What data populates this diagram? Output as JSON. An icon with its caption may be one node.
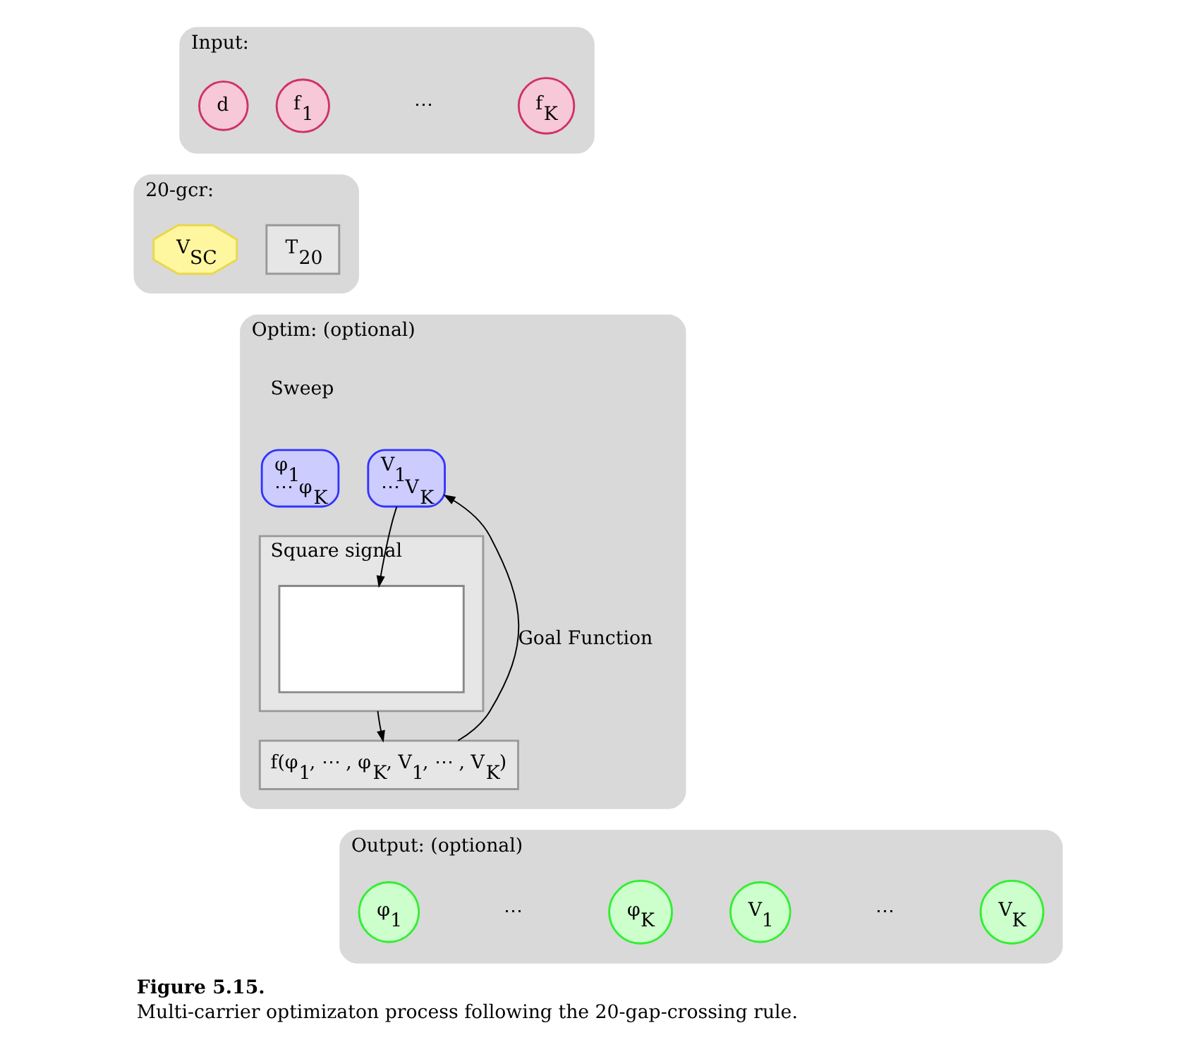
{
  "diagram": {
    "caption": "**Figure 5.15.** Multi-carrier optimizaton process following the 20-gap-crossing rule.",
    "nodes": [
      {
        "text": [
          "Input:"
        ]
      },
      {
        "text": [
          "f$_{1}$"
        ],
        "in": 0
      },
      {
        "text": [
          "f$_{K}$"
        ],
        "in": 0
      },
      {
        "text": [
          "d"
        ],
        "in": 0
      },
      {
        "text": [
          "20-gcr:"
        ]
      },
      {
        "text": [
          "T$_{20}$"
        ],
        "in": 4
      },
      {
        "text": [
          "V$_{SC}$"
        ],
        "in": 4
      },
      {
        "text": [
          "Optim: (optional)"
        ]
      },
      {
        "text": [
          "φ$_{1}$ ⋯ φ$_{K}$"
        ],
        "in": 7
      },
      {
        "text": [
          "V$_{1}$ ⋯ V$_{K}$"
        ],
        "in": 7
      },
      {
        "text": [
          "Square signal"
        ],
        "in": 7
      },
      {
        "text": [],
        "shape": "box",
        "in": 10
      },
      {
        "text": [
          "f(φ$_{1}$, ⋯ , φ$_{K}$, V$_{1}$, ⋯ , V$_{K}$)"
        ],
        "in": 7
      },
      {
        "text": [
          "Output: (optional)"
        ]
      },
      {
        "text": [
          "φ$_{1}$"
        ],
        "in": 13
      },
      {
        "text": [
          "φ$_{K}$"
        ],
        "in": 13
      },
      {
        "text": [
          "V$_{1}$"
        ],
        "in": 13
      },
      {
        "text": [
          "V$_{K}$"
        ],
        "in": 13
      }
    ],
    "edges": [
      {
        "from": 9,
        "to": 11,
        "arrow": "to"
      },
      {
        "from": 10,
        "to": 12,
        "arrow": "to"
      },
      {
        "from": 12,
        "to": 9,
        "arrow": "to",
        "label": "Goal Function"
      }
    ],
    "labels": [
      "⋯",
      "Sweep",
      "⋯",
      "⋯"
    ]
  }
}
